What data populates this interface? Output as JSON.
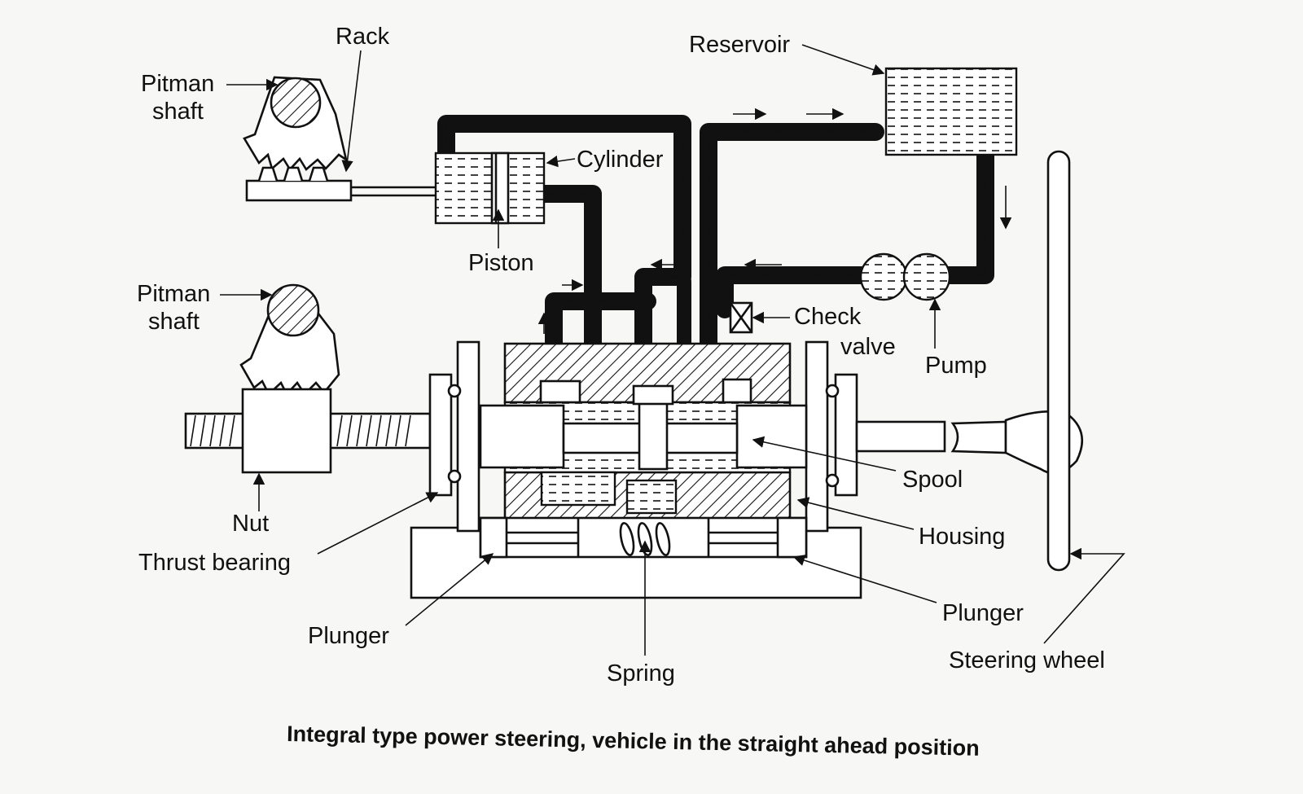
{
  "labels": {
    "rack": "Rack",
    "pitman_shaft_top_1": "Pitman",
    "pitman_shaft_top_2": "shaft",
    "reservoir": "Reservoir",
    "cylinder": "Cylinder",
    "piston": "Piston",
    "pitman_shaft_mid_1": "Pitman",
    "pitman_shaft_mid_2": "shaft",
    "check_valve_1": "Check",
    "check_valve_2": "valve",
    "pump": "Pump",
    "spool": "Spool",
    "nut": "Nut",
    "thrust_bearing": "Thrust bearing",
    "housing": "Housing",
    "plunger_left": "Plunger",
    "plunger_right": "Plunger",
    "spring": "Spring",
    "steering_wheel": "Steering wheel"
  },
  "caption": "Integral type power steering, vehicle in the straight ahead position"
}
